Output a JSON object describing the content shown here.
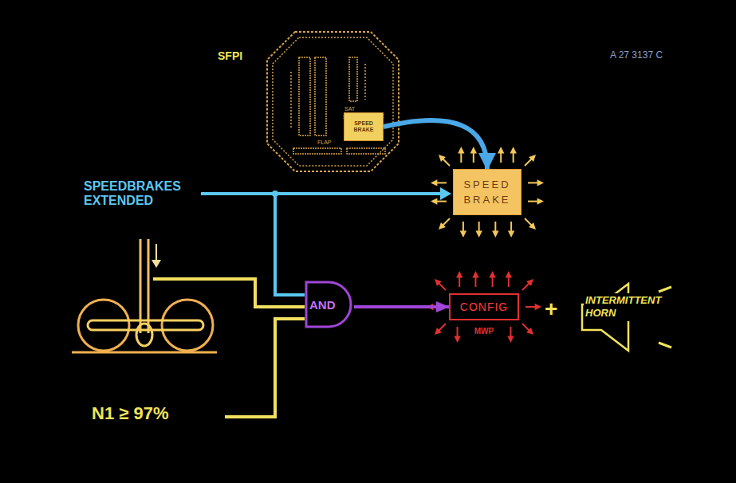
{
  "diagram": {
    "nodes": [
      {
        "text": [
          "SFPI"
        ]
      },
      {
        "text": [
          "SPEED BRAKE"
        ],
        "in": 0
      },
      {
        "text": [
          "SPEED BRAKE"
        ]
      },
      {
        "text": [
          "AND"
        ]
      },
      {
        "text": [
          "CONFIG",
          "MWP"
        ]
      },
      {
        "text": [
          "INTERMITTENT HORN"
        ]
      }
    ],
    "edges": [
      {
        "from": 1,
        "to": 2,
        "arrow": "to"
      },
      {
        "from": 3,
        "to": 4,
        "arrow": "to"
      }
    ],
    "labels": [
      "A 27 3137 C",
      "SPEEDBRAKES EXTENDED",
      "N1 ≥ 97%",
      "+",
      "SAT",
      "FLAP"
    ]
  }
}
